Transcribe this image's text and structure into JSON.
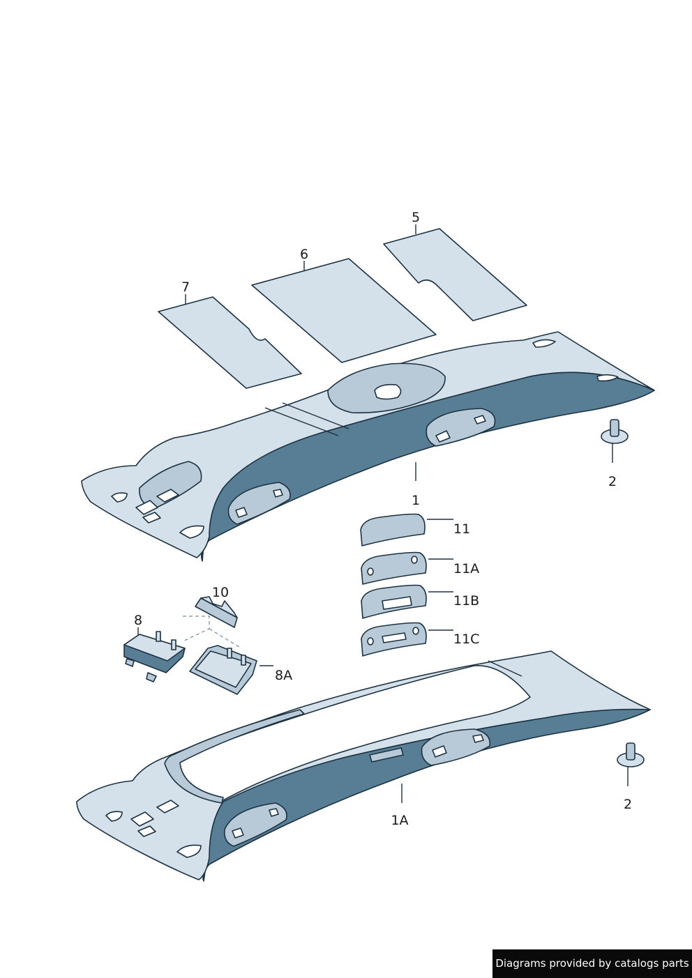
{
  "colors": {
    "panel_light": "#d5e1ea",
    "panel_mid": "#b8cad7",
    "panel_dark": "#587e95",
    "outline": "#1c3140",
    "cutout": "#ffffff"
  },
  "parts": [
    {
      "id": "p1",
      "label": "1",
      "name": "headliner"
    },
    {
      "id": "p1a",
      "label": "1A",
      "name": "headliner with sunroof opening"
    },
    {
      "id": "p2a",
      "label": "2",
      "name": "clip"
    },
    {
      "id": "p2b",
      "label": "2",
      "name": "clip"
    },
    {
      "id": "p5",
      "label": "5",
      "name": "insulation mat"
    },
    {
      "id": "p6",
      "label": "6",
      "name": "insulation mat"
    },
    {
      "id": "p7",
      "label": "7",
      "name": "insulation mat"
    },
    {
      "id": "p8",
      "label": "8",
      "name": "bracket"
    },
    {
      "id": "p8a",
      "label": "8A",
      "name": "bracket"
    },
    {
      "id": "p10",
      "label": "10",
      "name": "clip strip"
    },
    {
      "id": "p11",
      "label": "11",
      "name": "cover"
    },
    {
      "id": "p11a",
      "label": "11A",
      "name": "cover"
    },
    {
      "id": "p11b",
      "label": "11B",
      "name": "cover"
    },
    {
      "id": "p11c",
      "label": "11C",
      "name": "cover"
    }
  ],
  "credit": "Diagrams provided by catalogs parts"
}
